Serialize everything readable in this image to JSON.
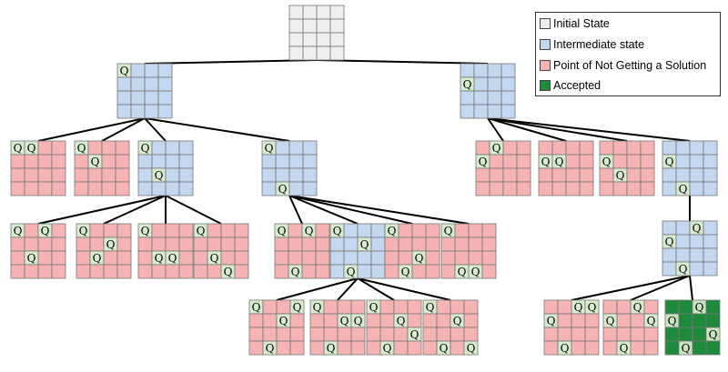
{
  "colors": {
    "initial": "#eeeeee",
    "intermediate": "#c3d7ee",
    "failed": "#f6b3b3",
    "accepted": "#1f8a3c",
    "queen_cell": "#d8ead0",
    "accepted_queen_cell": "#c8e3c0",
    "edge": "#000000",
    "grid_line": "#777777"
  },
  "queen_label": "Q",
  "legend": [
    {
      "state": "initial",
      "label": "Initial State"
    },
    {
      "state": "intermediate",
      "label": "Intermediate state"
    },
    {
      "state": "failed",
      "label": "Point of Not Getting a Solution"
    },
    {
      "state": "accepted",
      "label": "Accepted"
    }
  ],
  "nodes": [
    {
      "id": "root",
      "state": "initial",
      "queens": []
    },
    {
      "id": "a",
      "parent": "root",
      "state": "intermediate",
      "queens": [
        [
          0,
          0
        ]
      ]
    },
    {
      "id": "b",
      "parent": "root",
      "state": "intermediate",
      "queens": [
        [
          1,
          0
        ]
      ]
    },
    {
      "id": "a1",
      "parent": "a",
      "state": "failed",
      "queens": [
        [
          0,
          0
        ],
        [
          0,
          1
        ]
      ]
    },
    {
      "id": "a2",
      "parent": "a",
      "state": "failed",
      "queens": [
        [
          0,
          0
        ],
        [
          1,
          1
        ]
      ]
    },
    {
      "id": "a3",
      "parent": "a",
      "state": "intermediate",
      "queens": [
        [
          0,
          0
        ],
        [
          2,
          1
        ]
      ]
    },
    {
      "id": "a4",
      "parent": "a",
      "state": "intermediate",
      "queens": [
        [
          0,
          0
        ],
        [
          3,
          1
        ]
      ]
    },
    {
      "id": "a3a",
      "parent": "a3",
      "state": "failed",
      "queens": [
        [
          0,
          0
        ],
        [
          2,
          1
        ],
        [
          0,
          2
        ]
      ]
    },
    {
      "id": "a3b",
      "parent": "a3",
      "state": "failed",
      "queens": [
        [
          0,
          0
        ],
        [
          2,
          1
        ],
        [
          1,
          2
        ]
      ]
    },
    {
      "id": "a3c",
      "parent": "a3",
      "state": "failed",
      "queens": [
        [
          0,
          0
        ],
        [
          2,
          1
        ],
        [
          2,
          2
        ]
      ]
    },
    {
      "id": "a3d",
      "parent": "a3",
      "state": "failed",
      "queens": [
        [
          0,
          0
        ],
        [
          2,
          1
        ],
        [
          3,
          2
        ]
      ]
    },
    {
      "id": "a4a",
      "parent": "a4",
      "state": "failed",
      "queens": [
        [
          0,
          0
        ],
        [
          3,
          1
        ],
        [
          0,
          2
        ]
      ]
    },
    {
      "id": "a4b",
      "parent": "a4",
      "state": "intermediate",
      "queens": [
        [
          0,
          0
        ],
        [
          3,
          1
        ],
        [
          1,
          2
        ]
      ]
    },
    {
      "id": "a4c",
      "parent": "a4",
      "state": "failed",
      "queens": [
        [
          0,
          0
        ],
        [
          3,
          1
        ],
        [
          2,
          2
        ]
      ]
    },
    {
      "id": "a4d",
      "parent": "a4",
      "state": "failed",
      "queens": [
        [
          0,
          0
        ],
        [
          3,
          1
        ],
        [
          3,
          2
        ]
      ]
    },
    {
      "id": "a4b1",
      "parent": "a4b",
      "state": "failed",
      "queens": [
        [
          0,
          0
        ],
        [
          3,
          1
        ],
        [
          1,
          2
        ],
        [
          0,
          3
        ]
      ]
    },
    {
      "id": "a4b2",
      "parent": "a4b",
      "state": "failed",
      "queens": [
        [
          0,
          0
        ],
        [
          3,
          1
        ],
        [
          1,
          2
        ],
        [
          1,
          3
        ]
      ]
    },
    {
      "id": "a4b3",
      "parent": "a4b",
      "state": "failed",
      "queens": [
        [
          0,
          0
        ],
        [
          3,
          1
        ],
        [
          1,
          2
        ],
        [
          2,
          3
        ]
      ]
    },
    {
      "id": "a4b4",
      "parent": "a4b",
      "state": "failed",
      "queens": [
        [
          0,
          0
        ],
        [
          3,
          1
        ],
        [
          1,
          2
        ],
        [
          3,
          3
        ]
      ]
    },
    {
      "id": "b1",
      "parent": "b",
      "state": "failed",
      "queens": [
        [
          1,
          0
        ],
        [
          0,
          1
        ]
      ]
    },
    {
      "id": "b2",
      "parent": "b",
      "state": "failed",
      "queens": [
        [
          1,
          0
        ],
        [
          1,
          1
        ]
      ]
    },
    {
      "id": "b3",
      "parent": "b",
      "state": "failed",
      "queens": [
        [
          1,
          0
        ],
        [
          2,
          1
        ]
      ]
    },
    {
      "id": "b4",
      "parent": "b",
      "state": "intermediate",
      "queens": [
        [
          1,
          0
        ],
        [
          3,
          1
        ]
      ]
    },
    {
      "id": "b4a",
      "parent": "b4",
      "state": "intermediate",
      "queens": [
        [
          1,
          0
        ],
        [
          3,
          1
        ],
        [
          0,
          2
        ]
      ]
    },
    {
      "id": "b4a1",
      "parent": "b4a",
      "state": "failed",
      "queens": [
        [
          1,
          0
        ],
        [
          3,
          1
        ],
        [
          0,
          2
        ],
        [
          0,
          3
        ]
      ]
    },
    {
      "id": "b4a2",
      "parent": "b4a",
      "state": "failed",
      "queens": [
        [
          1,
          0
        ],
        [
          3,
          1
        ],
        [
          0,
          2
        ],
        [
          1,
          3
        ]
      ]
    },
    {
      "id": "b4a3",
      "parent": "b4a",
      "state": "accepted",
      "queens": [
        [
          1,
          0
        ],
        [
          3,
          1
        ],
        [
          0,
          2
        ],
        [
          2,
          3
        ]
      ]
    }
  ]
}
